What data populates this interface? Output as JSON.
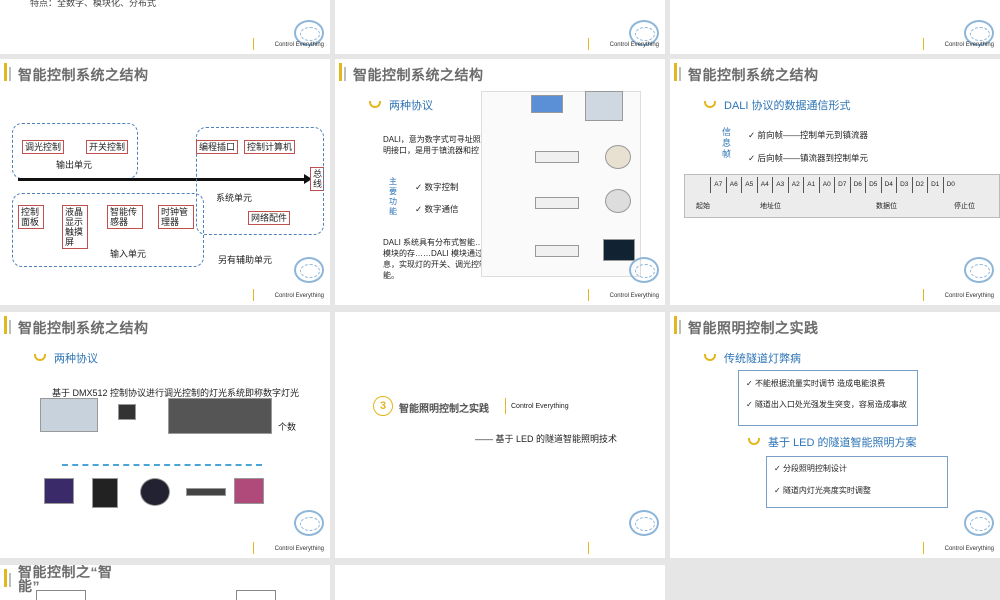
{
  "common": {
    "footer": "Control Everything"
  },
  "row0": {
    "partial_text": "特点：全数字、模块化、分布式"
  },
  "slide_structure": {
    "title": "智能控制系统之结构",
    "output_unit": "输出单元",
    "input_unit": "输入单元",
    "system_unit": "系统单元",
    "aux_unit": "另有辅助单元",
    "bus": "总线",
    "boxes": {
      "dimming": "调光控制",
      "switch": "开关控制",
      "control_panel": "控制面板",
      "lcd": "液晶显示触摸屏",
      "sensor": "智能传感器",
      "clock": "时钟管理器",
      "program_port": "编程插口",
      "computer": "控制计算机",
      "network": "网络配件"
    }
  },
  "slide_dali": {
    "title": "智能控制系统之结构",
    "subtitle": "两种协议",
    "p1": "DALI，意为数字式可寻址照明接口，是用于镇流器和控制模块之间进行",
    "functions_label": "主要功能",
    "f1": "数字控制",
    "f2": "数字通信",
    "p2": "DALI 系统具有分布式智能……存在各个 DALI 模块的存……DALI 模块通过 DALI 总线……息，实现灯的开关、调光控制和系统的设置等功能。"
  },
  "slide_dali_comm": {
    "title": "智能控制系统之结构",
    "subtitle": "DALI 协议的数据通信形式",
    "side_label": "信息帧",
    "c1": "前向帧——控制单元到镇流器",
    "c2": "后向帧——镇流器到控制单元",
    "bits": [
      "A7",
      "A6",
      "A5",
      "A4",
      "A3",
      "A2",
      "A1",
      "A0",
      "D7",
      "D6",
      "D5",
      "D4",
      "D3",
      "D2",
      "D1",
      "D0"
    ],
    "start": "起始",
    "addr": "地址位",
    "data": "数据位",
    "stop": "停止位"
  },
  "slide_dmx": {
    "title": "智能控制系统之结构",
    "subtitle": "两种协议",
    "caption": "基于 DMX512 控制协议进行调光控制的灯光系统即称数字灯光",
    "suffix": "个数"
  },
  "slide_section": {
    "num": "3",
    "title": "智能照明控制之实践",
    "brand": "Control Everything",
    "subtitle": "—— 基于 LED 的隧道智能照明技术"
  },
  "slide_tunnel": {
    "title": "智能照明控制之实践",
    "subtitle1": "传统隧道灯弊病",
    "b1": "不能根据流量实时调节  造成电能浪费",
    "b2": "隧道出入口处光强发生突变，容易造成事故",
    "subtitle2": "基于 LED 的隧道智能照明方案",
    "s1": "分段照明控制设计",
    "s2": "隧道内灯光亮度实时调整"
  },
  "row3": {
    "title": "智能控制之“智能”"
  }
}
